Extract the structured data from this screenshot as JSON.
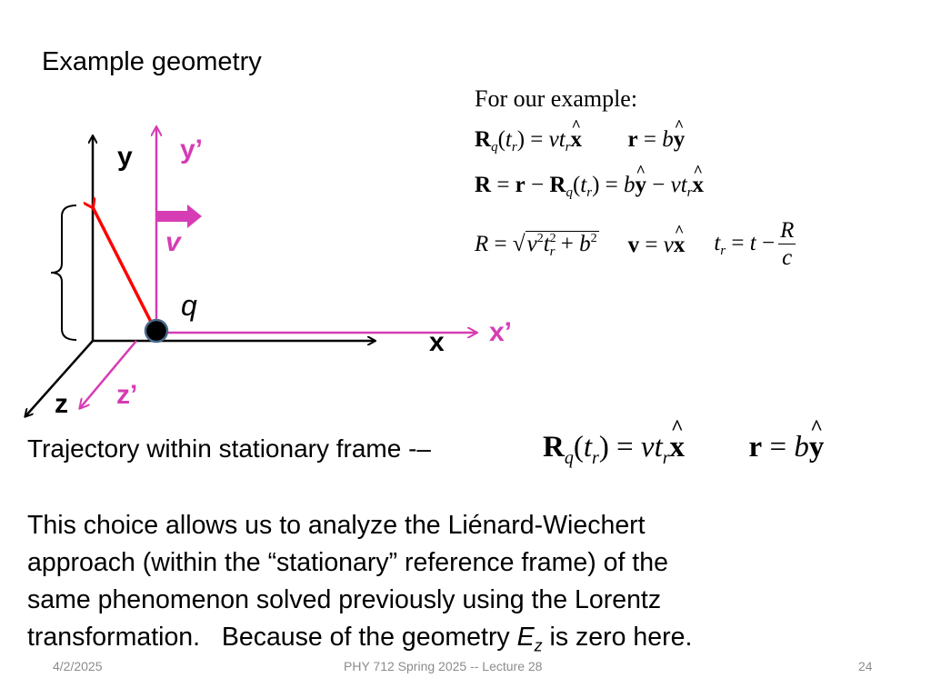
{
  "slide": {
    "title": "Example geometry",
    "equations_panel": {
      "label": "For our example:",
      "eq1_left": "R_q(t_r) = v t_r x̂",
      "eq1_right": "r = b ŷ",
      "eq2": "R = r − R_q(t_r) = b ŷ − v t_r x̂",
      "eq3_a": "R = √(v² t_r² + b²)",
      "eq3_b": "v = v x̂",
      "eq3_c": "t_r = t − R/c"
    },
    "diagram": {
      "axis_labels": {
        "y": "y",
        "y_prime": "y’",
        "x": "x",
        "x_prime": "x’",
        "z": "z",
        "z_prime": "z’",
        "velocity": "v",
        "charge": "q"
      },
      "colors": {
        "stationary_axes": "#000000",
        "moving_axes": "#d63cb4",
        "R_vector": "#ff0000",
        "charge_fill": "#000000",
        "charge_ring": "#4a6a8a"
      }
    },
    "trajectory": {
      "text": "Trajectory within stationary frame -–",
      "eq_left": "R_q(t_r) = v t_r x̂",
      "eq_right": "r = b ŷ"
    },
    "paragraph": {
      "line1": "This choice allows us to analyze the Liénard-Wiechert",
      "line2": "approach (within the “stationary” reference frame) of the",
      "line3": "same phenomenon  solved previously using the Lorentz",
      "line4_pre": "transformation.   Because of the geometry ",
      "line4_var": "E",
      "line4_sub": "z",
      "line4_post": " is zero here."
    },
    "footer": {
      "date": "4/2/2025",
      "course": "PHY 712  Spring 2025 -- Lecture 28",
      "page": "24"
    }
  }
}
